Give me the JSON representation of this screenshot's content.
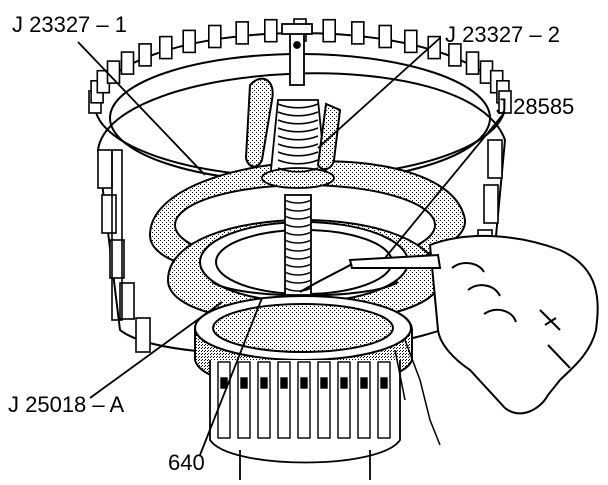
{
  "labels": {
    "j23327_1": "J 23327 – 1",
    "j23327_2": "J 23327 – 2",
    "j28585": "J 28585",
    "j25018_a": "J 25018 – A",
    "part_640": "640"
  },
  "colors": {
    "ink": "#000000",
    "paper": "#ffffff",
    "shade": "#bdbdbd",
    "shade_dark": "#8a8a8a"
  }
}
